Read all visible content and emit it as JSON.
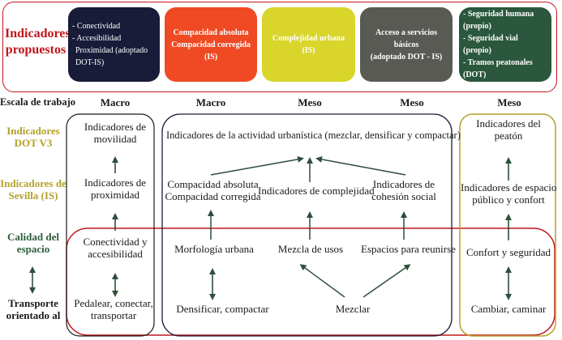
{
  "title": "Indicadores propuestos",
  "top_boxes": {
    "b1": [
      "- Conectividad",
      "- Accesibilidad",
      "Proximidad (adoptado DOT-IS)"
    ],
    "b2": [
      "Compacidad absoluta",
      "Compacidad corregida",
      "(IS)"
    ],
    "b3": [
      "Complejidad urbana (IS)"
    ],
    "b4": [
      "Acceso a servicios básicos",
      "(adoptado DOT - IS)"
    ],
    "b5": [
      "- Seguridad humana (propio)",
      "- Seguridad vial (propio)",
      "- Tramos peatonales (DOT)"
    ]
  },
  "left_labels": {
    "escala": "Escala de trabajo",
    "dot_v3": [
      "Indicadores",
      "DOT V3"
    ],
    "sevilla": [
      "Indicadores de",
      "Sevilla (IS)"
    ],
    "calidad": [
      "Calidad del",
      "espacio"
    ],
    "transporte": [
      "Transporte",
      "orientado al"
    ]
  },
  "scales": [
    "Macro",
    "Macro",
    "Meso",
    "Meso",
    "Meso"
  ],
  "columns": {
    "col1": {
      "n1": [
        "Indicadores de",
        "movilidad"
      ],
      "n2": [
        "Indicadores de",
        "proximidad"
      ],
      "n3": [
        "Conectividad y",
        "accesibilidad"
      ],
      "n4": [
        "Pedalear, conectar,",
        "transportar"
      ]
    },
    "central": {
      "top": "Indicadores de la actividad urbanística (mezclar, densificar y compactar)",
      "comp": [
        "Compacidad absoluta",
        "Compacidad corregida"
      ],
      "compl": "Indicadores de complejidad",
      "cohes": [
        "Indicadores de",
        "cohesión social"
      ],
      "morf": "Morfología urbana",
      "mezcla": "Mezcla de usos",
      "espacios": "Espacios para reunirse",
      "densif": "Densificar, compactar",
      "mezclar": "Mezclar"
    },
    "col5": {
      "n1": [
        "Indicadores del",
        "peatón"
      ],
      "n2": [
        "Indicadores de espacio",
        "público y confort"
      ],
      "n3": "Confort y seguridad",
      "n4": "Cambiar, caminar"
    }
  },
  "colors": {
    "red": "#c0161c",
    "navy": "#191c38",
    "gold": "#b3a12a",
    "green": "#2d5c3a",
    "arrow": "#2e4f3a"
  }
}
